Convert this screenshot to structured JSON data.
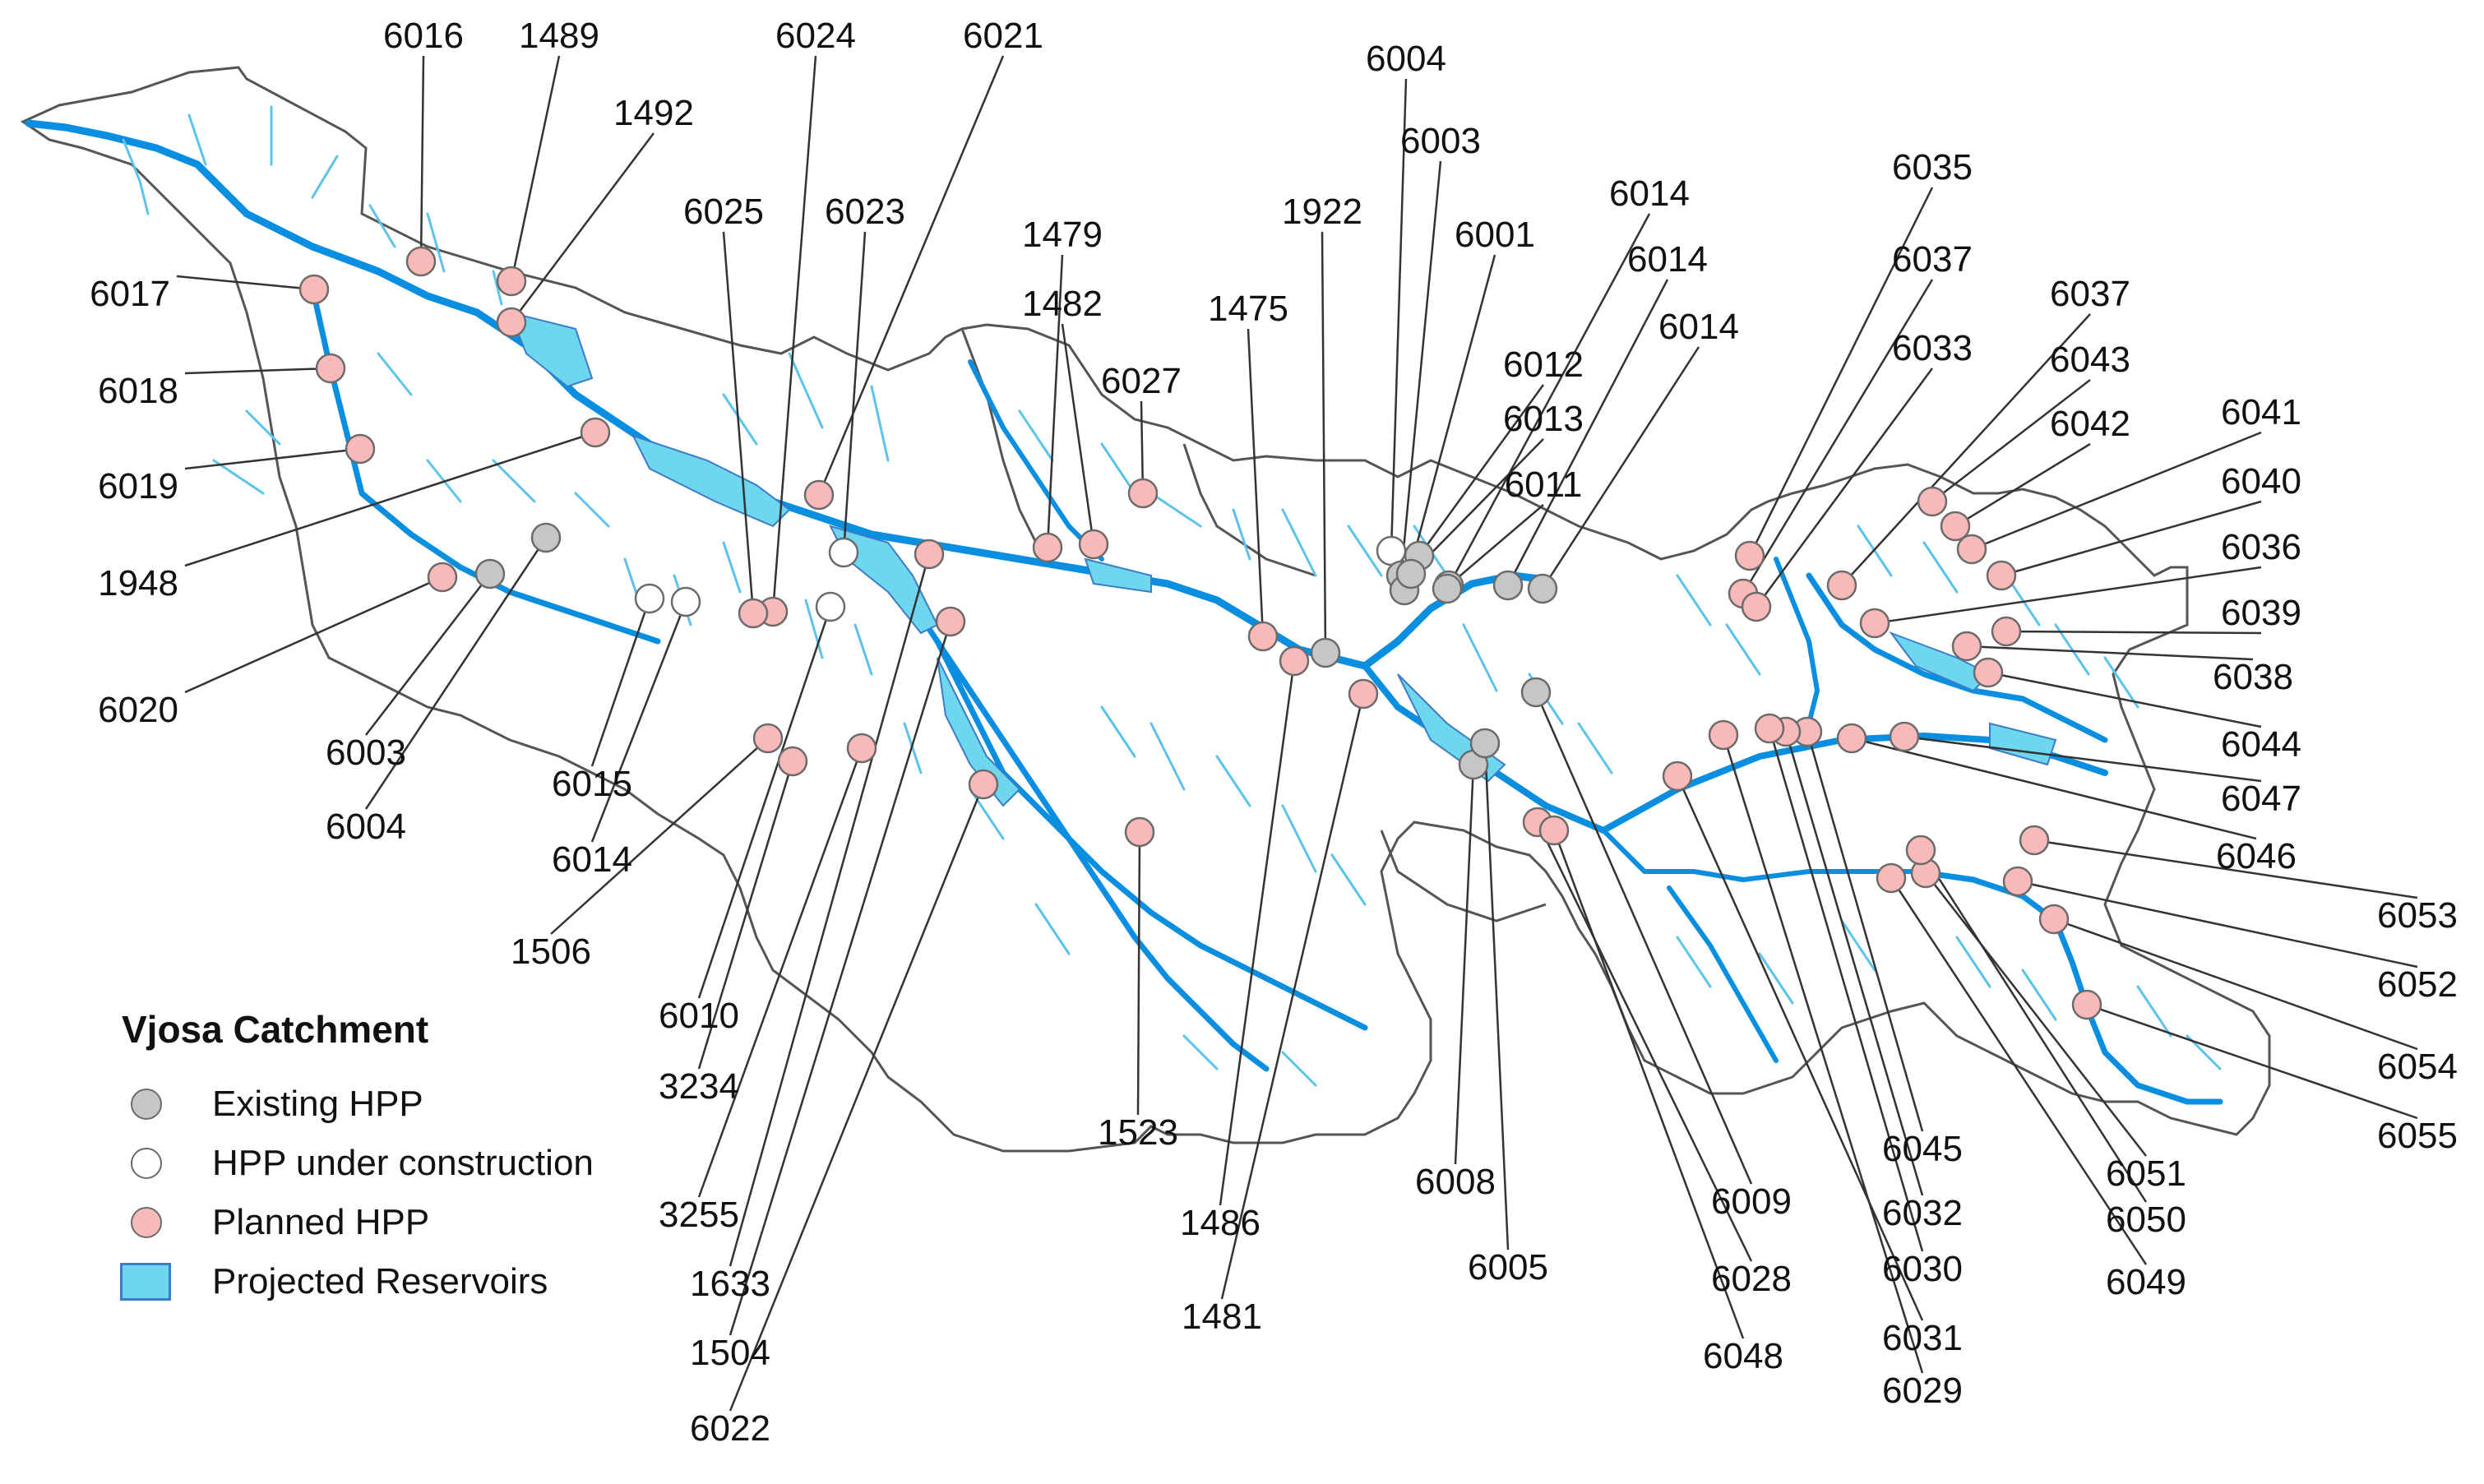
{
  "legend": {
    "title": "Vjosa Catchment",
    "items": [
      {
        "label": "Existing HPP",
        "type": "existing",
        "color": "#c6c6c6"
      },
      {
        "label": "HPP under construction",
        "type": "construction",
        "color": "#ffffff"
      },
      {
        "label": "Planned HPP",
        "type": "planned",
        "color": "#f7b9b9"
      },
      {
        "label": "Projected Reservoirs",
        "type": "reservoir",
        "color": "#6fd6ef"
      }
    ]
  },
  "colors": {
    "river": "#0a8fe0",
    "tributary": "#5cc4ec",
    "boundary": "#555555",
    "reservoir": "#6fd6ef",
    "leader": "#333333"
  },
  "sites": [
    {
      "id": "6016",
      "type": "planned"
    },
    {
      "id": "1489",
      "type": "planned"
    },
    {
      "id": "1492",
      "type": "planned"
    },
    {
      "id": "6024",
      "type": "planned"
    },
    {
      "id": "6021",
      "type": "planned"
    },
    {
      "id": "6025",
      "type": "planned"
    },
    {
      "id": "6023",
      "type": "construction"
    },
    {
      "id": "6017",
      "type": "planned"
    },
    {
      "id": "6018",
      "type": "planned"
    },
    {
      "id": "6019",
      "type": "planned"
    },
    {
      "id": "1948",
      "type": "planned"
    },
    {
      "id": "6020",
      "type": "planned"
    },
    {
      "id": "6003",
      "type": "existing"
    },
    {
      "id": "6004",
      "type": "existing"
    },
    {
      "id": "6015",
      "type": "construction"
    },
    {
      "id": "6014",
      "type": "construction"
    },
    {
      "id": "1506",
      "type": "planned"
    },
    {
      "id": "6010",
      "type": "construction"
    },
    {
      "id": "3234",
      "type": "planned"
    },
    {
      "id": "3255",
      "type": "planned"
    },
    {
      "id": "1633",
      "type": "planned"
    },
    {
      "id": "1504",
      "type": "planned"
    },
    {
      "id": "6022",
      "type": "planned"
    },
    {
      "id": "1479",
      "type": "planned"
    },
    {
      "id": "1482",
      "type": "planned"
    },
    {
      "id": "6027",
      "type": "planned"
    },
    {
      "id": "1475",
      "type": "planned"
    },
    {
      "id": "1922",
      "type": "existing"
    },
    {
      "id": "1523",
      "type": "planned"
    },
    {
      "id": "1486",
      "type": "planned"
    },
    {
      "id": "1481",
      "type": "planned"
    },
    {
      "id": "6004",
      "type": "construction"
    },
    {
      "id": "6003",
      "type": "existing"
    },
    {
      "id": "6001",
      "type": "existing"
    },
    {
      "id": "6012",
      "type": "existing"
    },
    {
      "id": "6013",
      "type": "existing"
    },
    {
      "id": "6011",
      "type": "existing"
    },
    {
      "id": "6014",
      "type": "existing"
    },
    {
      "id": "6014",
      "type": "existing"
    },
    {
      "id": "6014",
      "type": "existing"
    },
    {
      "id": "6008",
      "type": "existing"
    },
    {
      "id": "6005",
      "type": "existing"
    },
    {
      "id": "6009",
      "type": "existing"
    },
    {
      "id": "6028",
      "type": "planned"
    },
    {
      "id": "6048",
      "type": "planned"
    },
    {
      "id": "6035",
      "type": "planned"
    },
    {
      "id": "6037",
      "type": "planned"
    },
    {
      "id": "6033",
      "type": "planned"
    },
    {
      "id": "6037",
      "type": "planned"
    },
    {
      "id": "6043",
      "type": "planned"
    },
    {
      "id": "6042",
      "type": "planned"
    },
    {
      "id": "6041",
      "type": "planned"
    },
    {
      "id": "6040",
      "type": "planned"
    },
    {
      "id": "6036",
      "type": "planned"
    },
    {
      "id": "6039",
      "type": "planned"
    },
    {
      "id": "6038",
      "type": "planned"
    },
    {
      "id": "6044",
      "type": "planned"
    },
    {
      "id": "6047",
      "type": "planned"
    },
    {
      "id": "6046",
      "type": "planned"
    },
    {
      "id": "6045",
      "type": "planned"
    },
    {
      "id": "6032",
      "type": "planned"
    },
    {
      "id": "6030",
      "type": "planned"
    },
    {
      "id": "6031",
      "type": "planned"
    },
    {
      "id": "6029",
      "type": "planned"
    },
    {
      "id": "6053",
      "type": "planned"
    },
    {
      "id": "6052",
      "type": "planned"
    },
    {
      "id": "6054",
      "type": "planned"
    },
    {
      "id": "6055",
      "type": "planned"
    },
    {
      "id": "6051",
      "type": "planned"
    },
    {
      "id": "6050",
      "type": "planned"
    },
    {
      "id": "6049",
      "type": "planned"
    }
  ]
}
